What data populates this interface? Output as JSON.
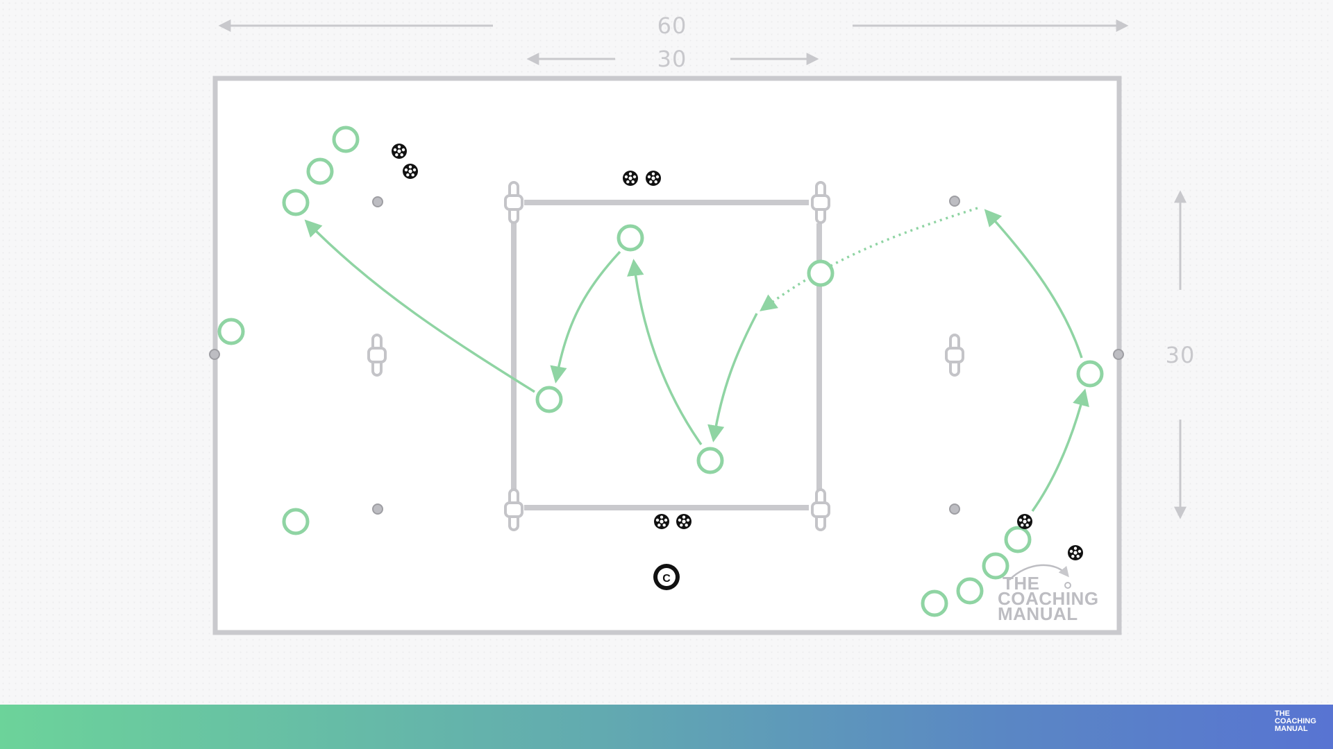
{
  "dimensions": {
    "total_length": "60",
    "inner_width": "30",
    "side_height": "30"
  },
  "coach_marker": {
    "label": "C"
  },
  "logo": {
    "line1": "THE",
    "line2": "COACHING",
    "line3": "MANUAL"
  },
  "colors": {
    "player": "#8fd4a3",
    "pass_arrow": "#8fd4a3",
    "pitch_line": "#c9c9cd",
    "ball": "#111111",
    "dim_text": "#c8c8cc",
    "footer_start": "#6cd39a",
    "footer_end": "#5874d2"
  },
  "icons": [
    "player-marker-icon",
    "ball-icon",
    "cone-icon",
    "mannequin-icon",
    "coach-icon"
  ]
}
